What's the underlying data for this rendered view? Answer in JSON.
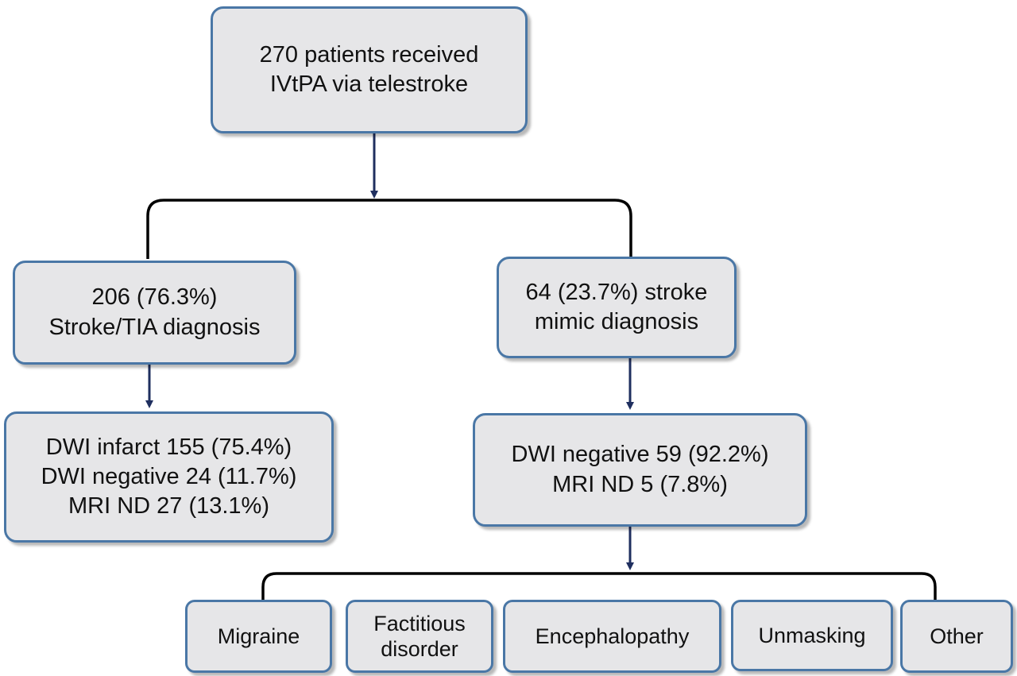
{
  "flowchart": {
    "root": {
      "lines": [
        "270 patients received",
        "IVtPA via telestroke"
      ]
    },
    "stroke": {
      "lines": [
        "206 (76.3%)",
        "Stroke/TIA diagnosis"
      ]
    },
    "mimic": {
      "lines": [
        "64 (23.7%) stroke",
        "mimic diagnosis"
      ]
    },
    "stroke_mri": {
      "lines": [
        "DWI infarct 155 (75.4%)",
        "DWI negative 24 (11.7%)",
        "MRI ND 27 (13.1%)"
      ]
    },
    "mimic_mri": {
      "lines": [
        "DWI negative 59 (92.2%)",
        "MRI ND 5 (7.8%)"
      ]
    },
    "mimic_categories": [
      {
        "lines": [
          "Migraine"
        ]
      },
      {
        "lines": [
          "Factitious",
          "disorder"
        ]
      },
      {
        "lines": [
          "Encephalopathy"
        ]
      },
      {
        "lines": [
          "Unmasking"
        ]
      },
      {
        "lines": [
          "Other"
        ]
      }
    ]
  },
  "colors": {
    "box_fill": "#e6e6e8",
    "box_border": "#4a77a6",
    "arrow": "#1f2f5f",
    "branch_line": "#000000"
  }
}
